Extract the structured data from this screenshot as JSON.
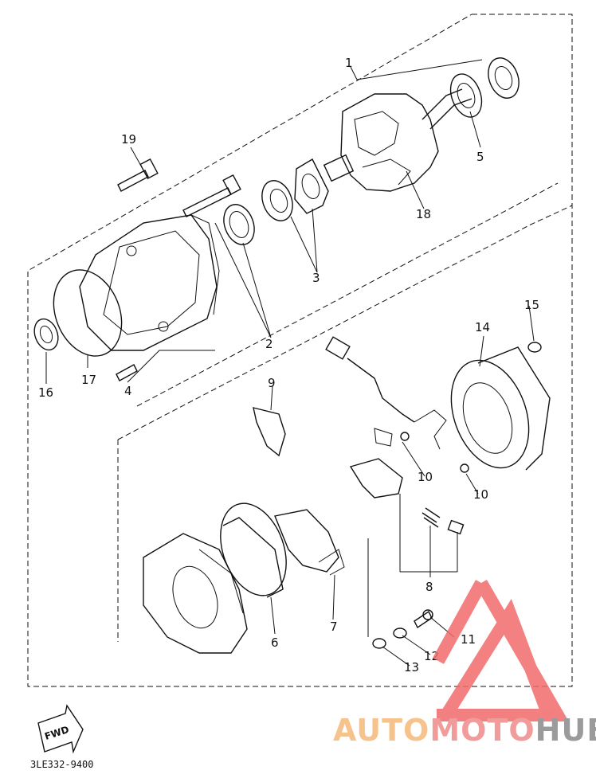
{
  "callouts": {
    "c1": "1",
    "c2": "2",
    "c3": "3",
    "c4": "4",
    "c5": "5",
    "c6": "6",
    "c7": "7",
    "c8": "8",
    "c9": "9",
    "c10a": "10",
    "c10b": "10",
    "c11": "11",
    "c12": "12",
    "c13": "13",
    "c14": "14",
    "c15": "15",
    "c16": "16",
    "c17": "17",
    "c18": "18",
    "c19": "19"
  },
  "fwd_label": "FWD",
  "drawing_code": "3LE332-9400",
  "watermark": {
    "part1": "AUTO",
    "part2": "MOTO",
    "part3": "HUB",
    "colors": {
      "auto": "#f5b97a",
      "moto": "#f08a8a",
      "hub": "#8a8a8a",
      "triangle": "#f26b6b"
    }
  }
}
